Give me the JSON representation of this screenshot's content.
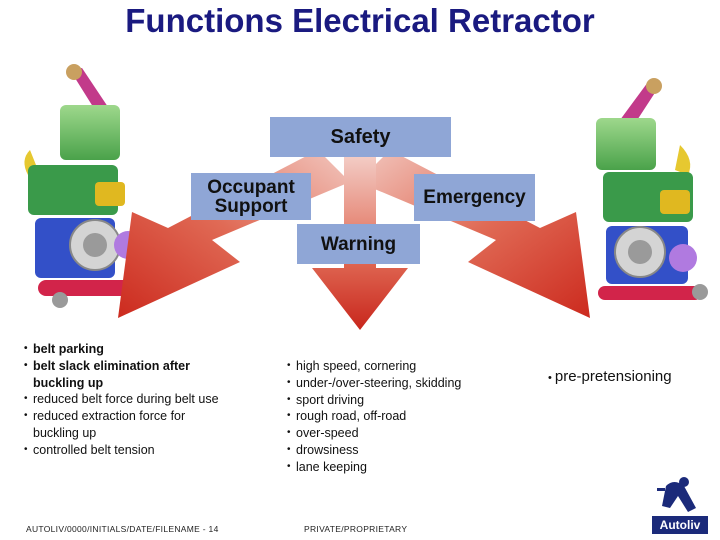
{
  "title": "Functions Electrical Retractor",
  "boxes": {
    "safety": "Safety",
    "occupant": "Occupant Support",
    "emergency": "Emergency",
    "warning": "Warning"
  },
  "occupant_list": [
    "belt parking",
    "belt slack elimination after buckling up",
    "reduced belt force during belt use",
    "reduced extraction force for buckling up",
    "controlled belt tension"
  ],
  "warning_list": [
    "high speed, cornering",
    "under-/over-steering, skidding",
    "sport driving",
    "rough road, off-road",
    "over-speed",
    "drowsiness",
    "lane keeping"
  ],
  "emergency_list": [
    "pre-pretensioning"
  ],
  "footer": {
    "left": "AUTOLIV/0000/INITIALS/DATE/FILENAME - 14",
    "center": "PRIVATE/PROPRIETARY"
  },
  "logo": {
    "text": "Autoliv"
  },
  "colors": {
    "title": "#1a1a80",
    "box": "#8fa6d6",
    "arrow": "#d23a2a"
  }
}
